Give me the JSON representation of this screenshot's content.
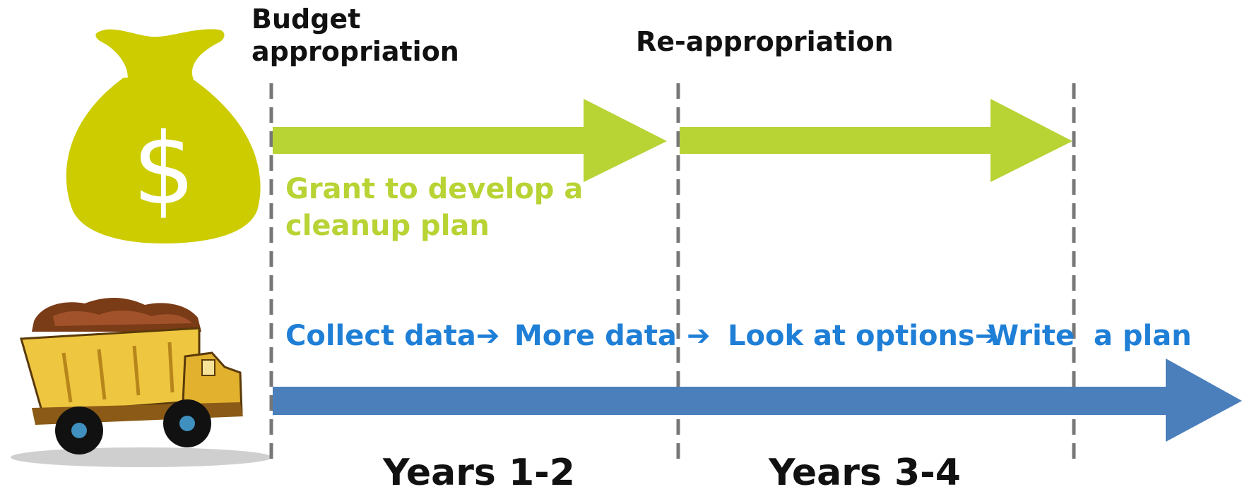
{
  "milestones": {
    "budget_appropriation": "Budget\nappropriation",
    "re_appropriation": "Re-appropriation"
  },
  "grant": {
    "text": "Grant to develop a\ncleanup plan",
    "color": "#b7d334"
  },
  "process_steps": [
    "Collect data",
    "More data",
    "Look at options",
    "Write",
    "a plan"
  ],
  "arrow_glyph": "➔",
  "periods": [
    "Years 1-2",
    "Years 3-4"
  ],
  "colors": {
    "funding_arrow": "#b7d334",
    "process_arrow": "#4a7fbb",
    "process_text": "#1f7fd6",
    "money_bag": "#cccc00",
    "divider": "#777777",
    "text": "#111111"
  },
  "icons": {
    "money_bag": "money-bag-icon",
    "truck": "dump-truck-icon"
  }
}
